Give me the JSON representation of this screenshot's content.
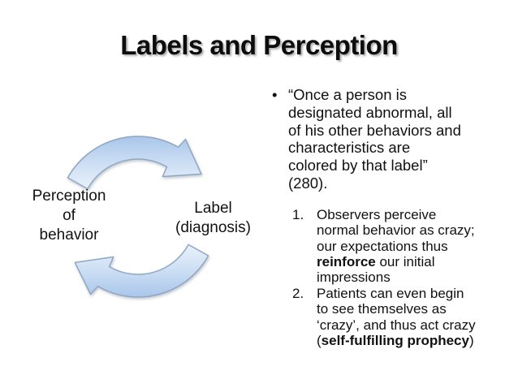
{
  "slide": {
    "title": "Labels and Perception",
    "background_color": "#ffffff",
    "title_color": "#0d0d0d",
    "text_color": "#111111"
  },
  "diagram": {
    "left_label": "Perception\nof\nbehavior",
    "right_label": "Label\n(diagnosis)",
    "arrow_fill_dark": "#A9C6EB",
    "arrow_fill_light": "#E9F1FB",
    "arrow_outline": "#90A7C4"
  },
  "content": {
    "bullet_char": "•",
    "quote": "“Once a person is\ndesignated abnormal, all\nof his other behaviors and\ncharacteristics are\ncolored by that label”\n(280).",
    "numbered_items": [
      {
        "number": "1.",
        "pre": "Observers perceive\nnormal behavior as crazy;\nour expectations thus\n",
        "bold": "reinforce",
        "post": " our initial\nimpressions"
      },
      {
        "number": "2.",
        "pre": "Patients can even begin\nto see themselves as\n‘crazy’, and thus act crazy\n(",
        "bold": "self-fulfilling prophecy",
        "post": ")"
      }
    ]
  }
}
